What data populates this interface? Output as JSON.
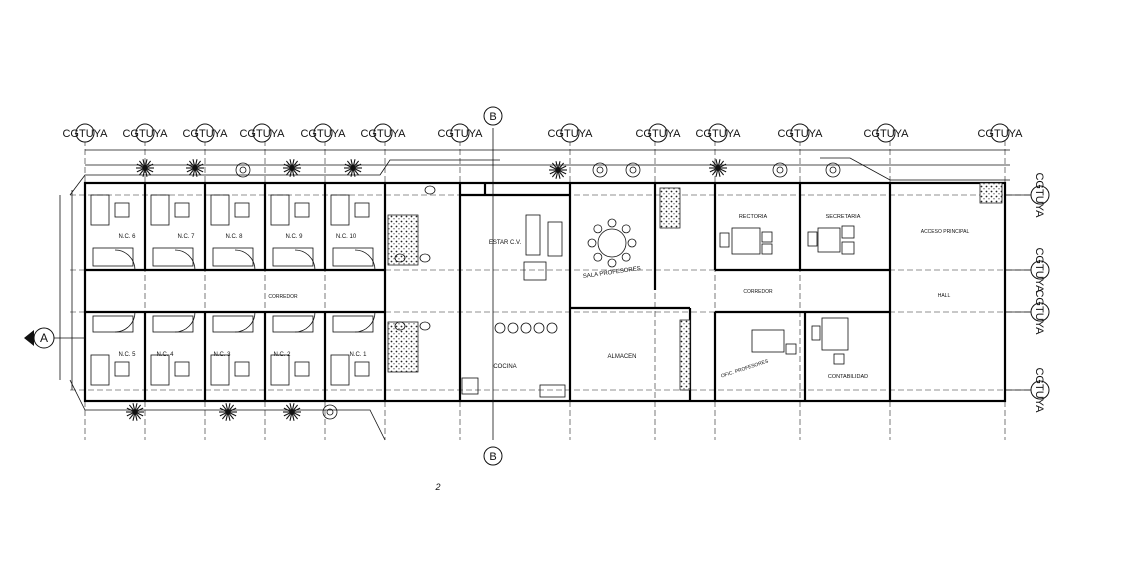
{
  "axis_labels": {
    "top": "CGTUYA",
    "right": "CGTUYA",
    "row_A": "A",
    "col_B": "B"
  },
  "rooms": {
    "nc_top": [
      "N.C. 6",
      "N.C. 7",
      "N.C. 8",
      "N.C. 9",
      "N.C. 10"
    ],
    "nc_bottom": [
      "N.C. 5",
      "N.C. 4",
      "N.C. 3",
      "N.C. 2",
      "N.C. 1"
    ],
    "corredor_left": "CORREDOR",
    "corredor_right": "CORREDOR",
    "estar": "ESTAR C.V.",
    "sala": "SALA PROFESORES",
    "cocina": "COCINA",
    "almacen": "ALMACEN",
    "rectoria": "RECTORIA",
    "secretaria": "SECRETARIA",
    "acceso": "ACCESO PRINCIPAL",
    "hall": "HALL",
    "ofic": "OFIC. PROFESORES",
    "contabilidad": "CONTABILIDAD"
  },
  "page_mark": "2"
}
